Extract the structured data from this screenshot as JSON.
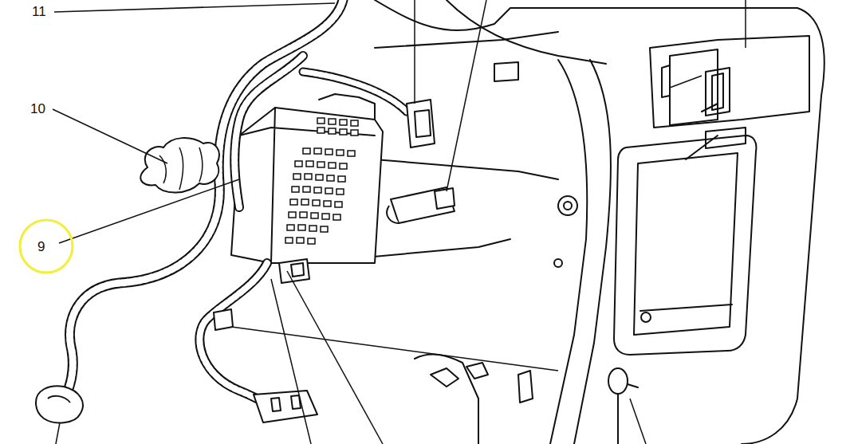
{
  "diagram": {
    "labels": [
      "11",
      "10",
      "9"
    ]
  }
}
